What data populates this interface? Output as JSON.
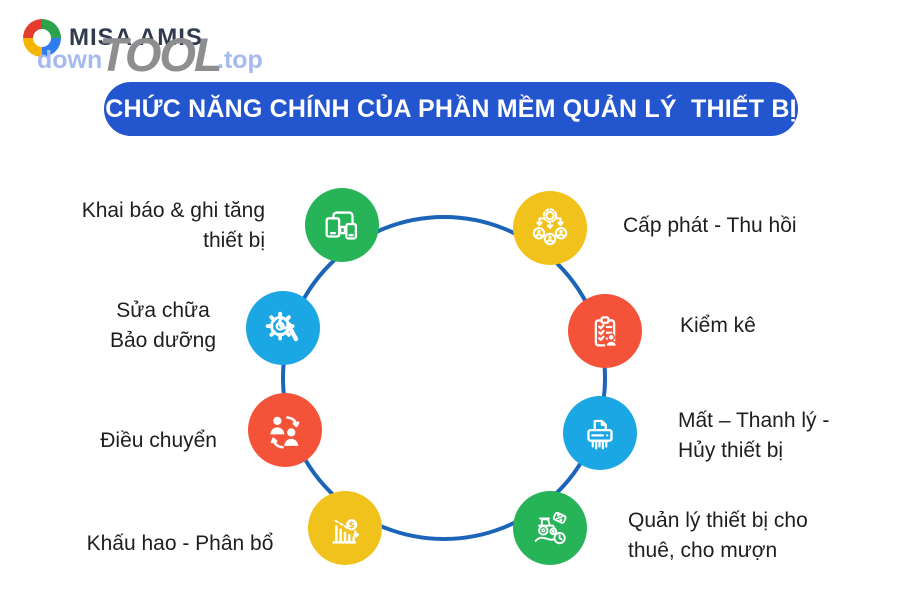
{
  "logo": {
    "brand": "MISA AMIS"
  },
  "watermark": {
    "down": "down",
    "tool": "TOOL",
    "top": ".top"
  },
  "banner": {
    "title": "CHỨC NĂNG CHÍNH CỦA PHẦN MỀM QUẢN LÝ  THIẾT BỊ"
  },
  "colors": {
    "banner_bg": "#2355CE",
    "ring": "#1B64B9",
    "green": "#27B357",
    "yellow": "#F1C21B",
    "blue": "#1AA7E3",
    "red": "#F4533A",
    "label_text": "#1E1E1E",
    "watermark_blue": "#A5BAEF",
    "watermark_gray": "#8E8E91"
  },
  "diagram": {
    "nodes": [
      {
        "icon": "devices-icon",
        "label": "Khai báo & ghi tăng\nthiết bị",
        "color": "#27B357"
      },
      {
        "icon": "allocation-icon",
        "label": "Cấp phát - Thu hồi",
        "color": "#F1C21B"
      },
      {
        "icon": "repair-icon",
        "label": "Sửa chữa\nBảo dưỡng",
        "color": "#1AA7E3"
      },
      {
        "icon": "inventory-icon",
        "label": "Kiểm kê",
        "color": "#F4533A"
      },
      {
        "icon": "transfer-icon",
        "label": "Điều chuyển",
        "color": "#F4533A"
      },
      {
        "icon": "shredder-icon",
        "label": "Mất – Thanh lý -\nHủy thiết bị",
        "color": "#1AA7E3"
      },
      {
        "icon": "depreciation-icon",
        "label": "Khấu hao - Phân bổ",
        "color": "#F1C21B"
      },
      {
        "icon": "rental-icon",
        "label": "Quản lý thiết bị cho\nthuê, cho mượn",
        "color": "#27B357"
      }
    ]
  }
}
